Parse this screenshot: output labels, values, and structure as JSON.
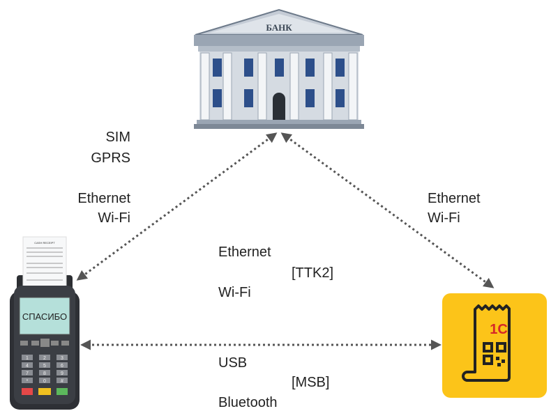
{
  "bank": {
    "label": "БАНК"
  },
  "terminal": {
    "screen": "СПАСИБО",
    "receipt_title": "CASH RECEIPT",
    "keys": [
      "1",
      "2",
      "3",
      "4",
      "5",
      "6",
      "7",
      "8",
      "9",
      "*",
      "0",
      "#"
    ]
  },
  "onec": {
    "logo": "1С",
    "bg": "#fcc419"
  },
  "labels": {
    "left": [
      "SIM",
      "GPRS",
      "Ethernet",
      "Wi-Fi"
    ],
    "right": [
      "Ethernet",
      "Wi-Fi"
    ],
    "center_top": {
      "line1": "Ethernet",
      "tag": "[TTK2]",
      "line2": "Wi-Fi"
    },
    "center_bottom": {
      "line1": "USB",
      "tag": "[MSB]",
      "line2": "Bluetooth"
    }
  },
  "colors": {
    "arrow": "#555555",
    "text": "#222222"
  }
}
